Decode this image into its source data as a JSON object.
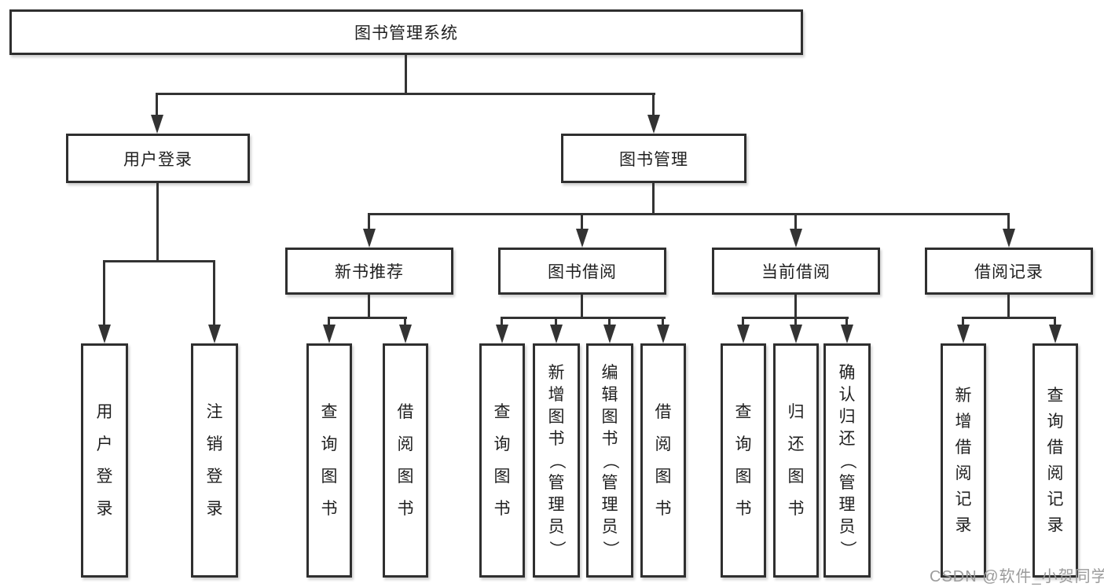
{
  "nodes": {
    "root": "图书管理系统",
    "level2": [
      "用户登录",
      "图书管理"
    ],
    "level3": [
      "新书推荐",
      "图书借阅",
      "当前借阅",
      "借阅记录"
    ],
    "leaves_user": [
      "用户登录",
      "注销登录"
    ],
    "leaves_recommend": [
      "查询图书",
      "借阅图书"
    ],
    "leaves_borrow": [
      "查询图书",
      "新增图书（管理员）",
      "编辑图书（管理员）",
      "借阅图书"
    ],
    "leaves_current": [
      "查询图书",
      "归还图书",
      "确认归还（管理员）"
    ],
    "leaves_record": [
      "新增借阅记录",
      "查询借阅记录"
    ]
  },
  "watermark": {
    "text": "CSDN @软件_小贺同学"
  },
  "colors": {
    "line": "#333333",
    "border": "#2f2f2f",
    "fill": "#ffffff",
    "text": "#1f1f1f",
    "watermark": "#9b9b9b"
  }
}
